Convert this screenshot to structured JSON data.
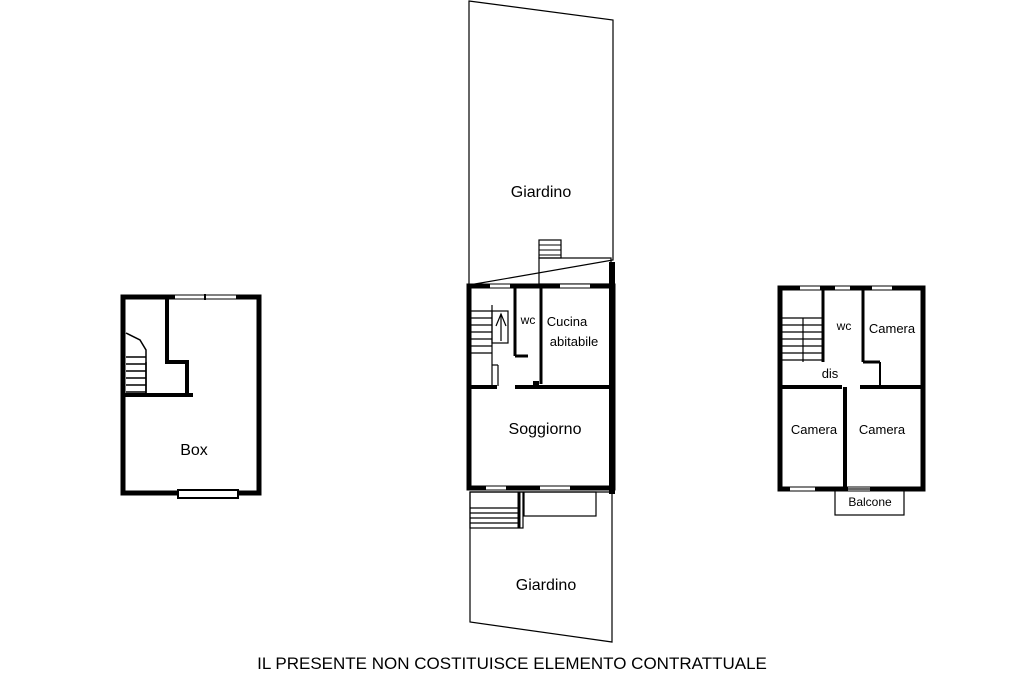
{
  "colors": {
    "wall": "#000000",
    "background": "#ffffff"
  },
  "box_floor": {
    "box": "Box"
  },
  "ground_floor": {
    "garden_top": "Giardino",
    "wc": "wc",
    "kitchen_line1": "Cucina",
    "kitchen_line2": "abitabile",
    "living": "Soggiorno",
    "garden_bottom": "Giardino"
  },
  "upper_floor": {
    "wc": "wc",
    "bedroom_top": "Camera",
    "hall": "dis",
    "bedroom_left": "Camera",
    "bedroom_right": "Camera",
    "balcony": "Balcone"
  },
  "disclaimer": "IL PRESENTE NON COSTITUISCE ELEMENTO CONTRATTUALE"
}
